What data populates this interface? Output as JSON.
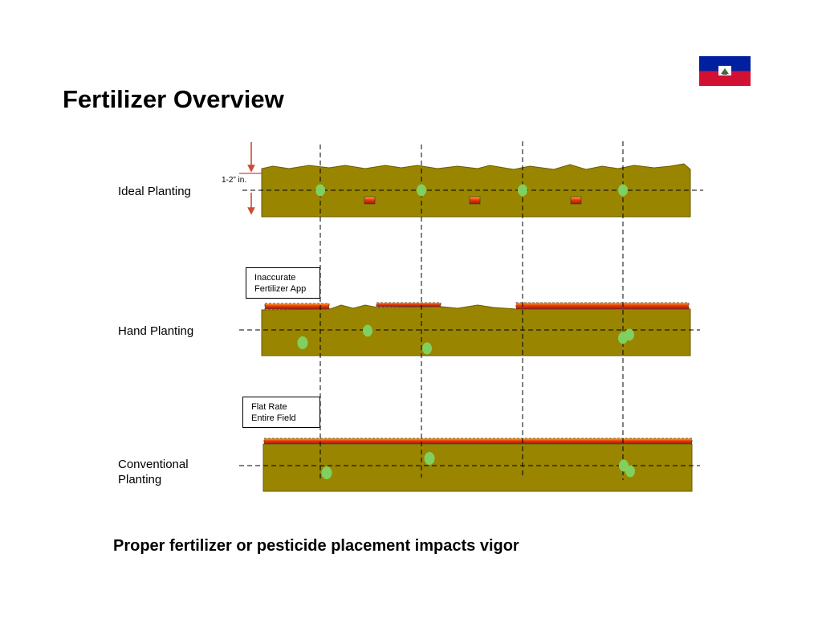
{
  "title": "Fertilizer Overview",
  "rows": {
    "ideal": "Ideal Planting",
    "hand": "Hand Planting",
    "conventional": "Conventional Planting"
  },
  "depth_label": "1-2” in.",
  "callouts": {
    "inaccurate_line1": "Inaccurate",
    "inaccurate_line2": "Fertilizer App",
    "flat_line1": "Flat Rate",
    "flat_line2": "Entire Field"
  },
  "footer": "Proper fertilizer or pesticide placement  impacts vigor",
  "colors": {
    "soil": "#998500",
    "seed": "#80d060",
    "fertilizer": "#e83a10",
    "fertilizer_glow": "#ff9a1a",
    "arrow": "#cc4b37",
    "flag_blue": "#00209f",
    "flag_red": "#d21034"
  },
  "icons": {
    "flag": "haiti-flag-icon"
  }
}
